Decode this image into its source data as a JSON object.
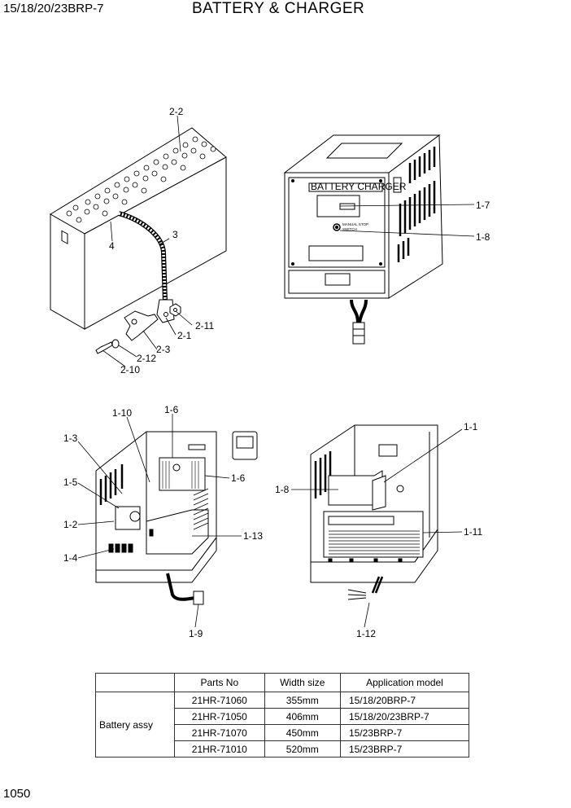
{
  "header": {
    "model": "15/18/20/23BRP-7",
    "title": "BATTERY & CHARGER"
  },
  "footer": {
    "page_number": "1050"
  },
  "callouts": {
    "c2_2": "2-2",
    "c3": "3",
    "c4": "4",
    "c2_11": "2-11",
    "c2_1": "2-1",
    "c2_3": "2-3",
    "c2_12": "2-12",
    "c2_10": "2-10",
    "c1_7": "1-7",
    "c1_8": "1-8",
    "c1_10": "1-10",
    "c1_6a": "1-6",
    "c1_3": "1-3",
    "c1_6b": "1-6",
    "c1_5": "1-5",
    "c1_2": "1-2",
    "c1_4": "1-4",
    "c1_13": "1-13",
    "c1_9": "1-9",
    "c1_1": "1-1",
    "c1_8b": "1-8",
    "c1_11": "1-11",
    "c1_12": "1-12"
  },
  "charger": {
    "panel_title": "BATTERY CHARGER",
    "switch_label_1": "MANUAL STOP",
    "switch_label_2": "SWITCH"
  },
  "table": {
    "headers": [
      "Parts No",
      "Width size",
      "Application model"
    ],
    "group": "Battery assy",
    "rows": [
      {
        "part": "21HR-71060",
        "width": "355mm",
        "model": "15/18/20BRP-7"
      },
      {
        "part": "21HR-71050",
        "width": "406mm",
        "model": "15/18/20/23BRP-7"
      },
      {
        "part": "21HR-71070",
        "width": "450mm",
        "model": "15/23BRP-7"
      },
      {
        "part": "21HR-71010",
        "width": "520mm",
        "model": "15/23BRP-7"
      }
    ]
  }
}
